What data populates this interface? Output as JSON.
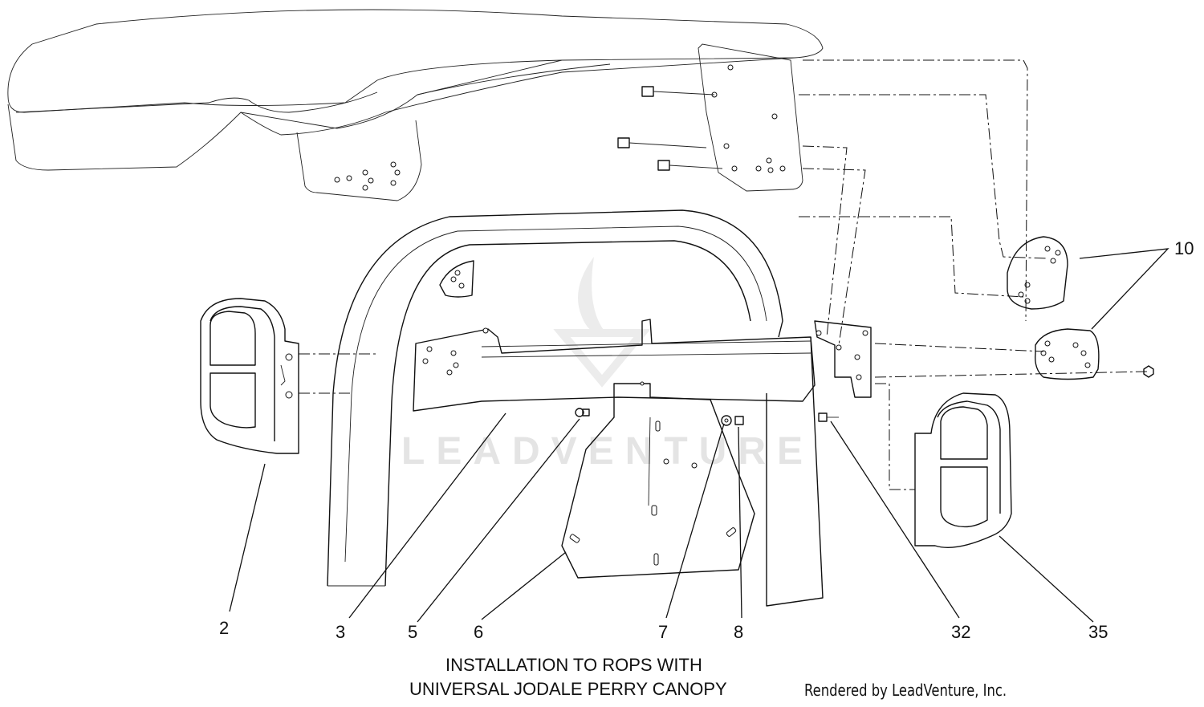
{
  "diagram": {
    "callouts": [
      "10",
      "2",
      "3",
      "5",
      "6",
      "7",
      "8",
      "32",
      "35"
    ],
    "caption_line1": "INSTALLATION TO ROPS WITH",
    "caption_line2": "UNIVERSAL JODALE PERRY CANOPY",
    "credit": "Rendered by LeadVenture, Inc.",
    "watermark": "LEADVENTURE"
  }
}
